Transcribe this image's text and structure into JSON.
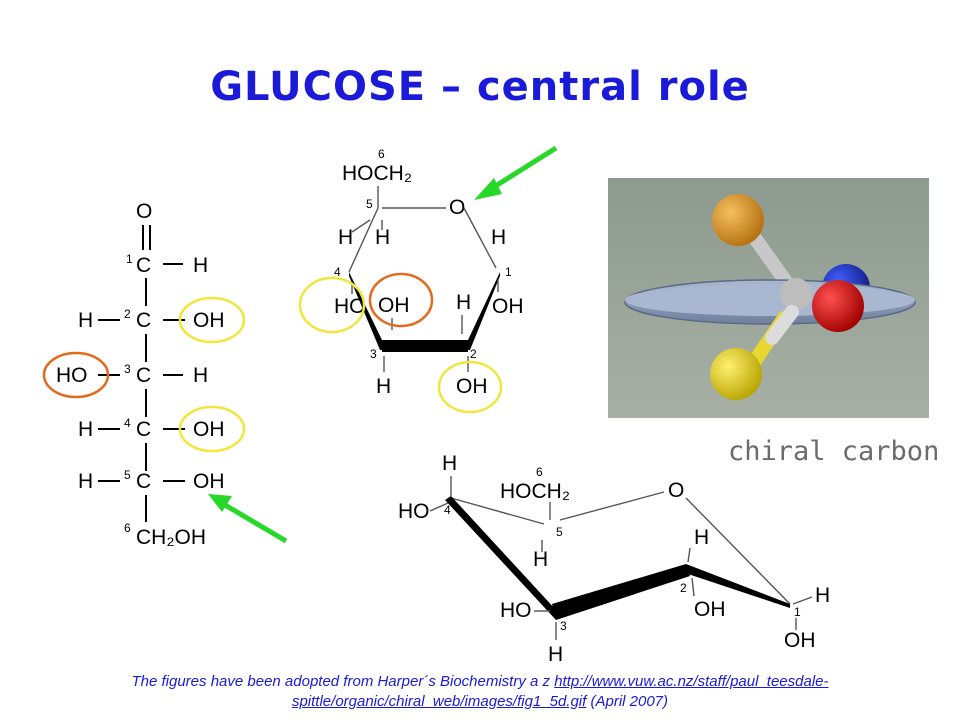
{
  "title": "GLUCOSE – central role",
  "chiral_label": "chiral carbon",
  "footer": {
    "prefix": "The figures have been adopted from Harper´s Biochemistry a z ",
    "link_text": "http://www.vuw.ac.nz/staff/paul_teesdale-spittle/organic/chiral_web/images/fig1_5d.gif",
    "suffix": " (April 2007)"
  },
  "fischer": {
    "o": "O",
    "h1": "H",
    "c": "C",
    "h_left": "H",
    "oh": "OH",
    "ho": "HO",
    "h_right": "H",
    "ch2oh": "CH₂OH",
    "nums": [
      "1",
      "2",
      "3",
      "4",
      "5",
      "6"
    ]
  },
  "haworth": {
    "hoch2": "HOCH₂",
    "o": "O",
    "h": "H",
    "oh": "OH",
    "ho": "HO",
    "nums": [
      "6",
      "5",
      "4",
      "1",
      "3",
      "2"
    ]
  },
  "chair": {
    "h": "H",
    "ho": "HO",
    "hoch2": "HOCH₂",
    "o": "O",
    "oh": "OH",
    "nums": [
      "4",
      "6",
      "5",
      "2",
      "1",
      "3"
    ]
  },
  "colors": {
    "title": "#1a1ad8",
    "yellow_circle": "#f0e63c",
    "orange_circle": "#e46a1e",
    "arrow_green": "#28d828",
    "footer": "#1a1ad8",
    "chiral_label": "#6b6b6b"
  },
  "icons": [
    "green-arrow-icon"
  ]
}
